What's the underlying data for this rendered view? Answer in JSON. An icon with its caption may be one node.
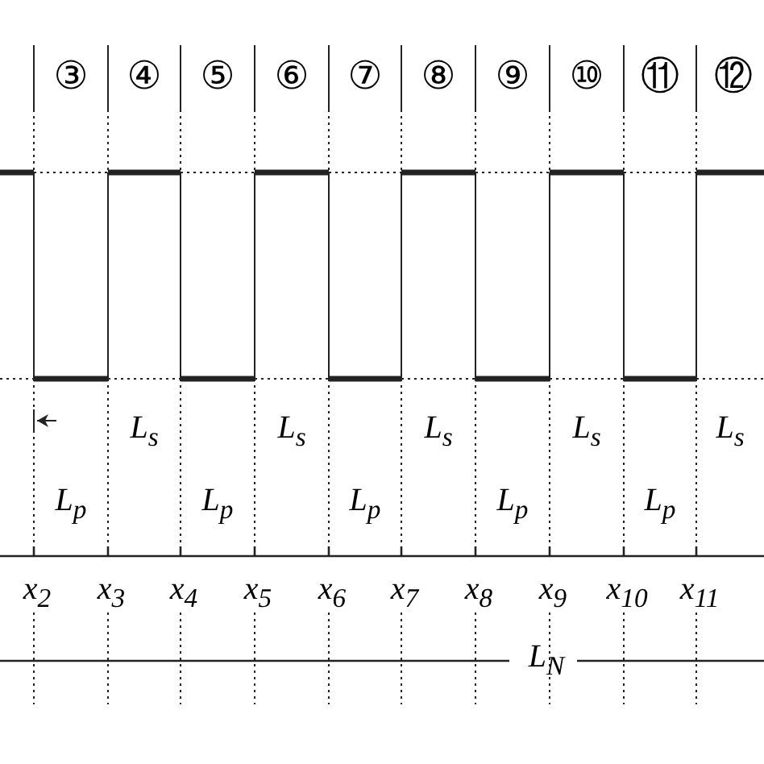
{
  "diagram": {
    "labels": [
      "③",
      "④",
      "⑤",
      "⑥",
      "⑦",
      "⑧",
      "⑨",
      "⑩",
      "⑪",
      "⑫",
      "L$_{s}$",
      "L$_{s}$",
      "L$_{s}$",
      "L$_{s}$",
      "L$_{s}$",
      "L$_{p}$",
      "L$_{p}$",
      "L$_{p}$",
      "L$_{p}$",
      "L$_{p}$",
      "x$_{2}$",
      "x$_{3}$",
      "x$_{4}$",
      "x$_{5}$",
      "x$_{6}$",
      "x$_{7}$",
      "x$_{8}$",
      "x$_{9}$",
      "x$_{10}$",
      "x$_{11}$",
      "L$_{N}$"
    ]
  }
}
